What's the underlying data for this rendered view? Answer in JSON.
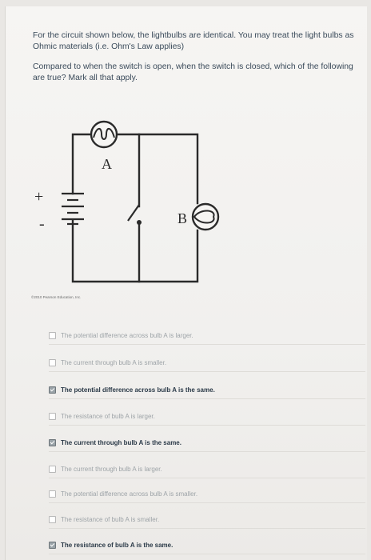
{
  "question": {
    "line1": "For the circuit shown below, the lightbulbs are identical. You may treat the light bulbs as Ohmic materials (i.e. Ohm's Law applies)",
    "line2": "Compared to when the switch is open, when the switch is closed, which of the following are true? Mark all that apply."
  },
  "figure": {
    "label_a": "A",
    "label_b": "B",
    "plus_sign": "+",
    "minus_sign": "-",
    "copyright": "©2010 Pearson Education, Inc."
  },
  "options": [
    {
      "label": "The potential difference across bulb A is larger.",
      "checked": false
    },
    {
      "label": "The current through bulb A is smaller.",
      "checked": false
    },
    {
      "label": "The potential difference across bulb A is the same.",
      "checked": true
    },
    {
      "label": "The resistance of bulb A is larger.",
      "checked": false
    },
    {
      "label": "The current through bulb A is the same.",
      "checked": true
    },
    {
      "label": "The current through bulb A is larger.",
      "checked": false
    },
    {
      "label": "The potential difference across bulb A is smaller.",
      "checked": false
    },
    {
      "label": "The resistance of bulb A is smaller.",
      "checked": false
    },
    {
      "label": "The resistance of bulb A is the same.",
      "checked": true
    }
  ]
}
